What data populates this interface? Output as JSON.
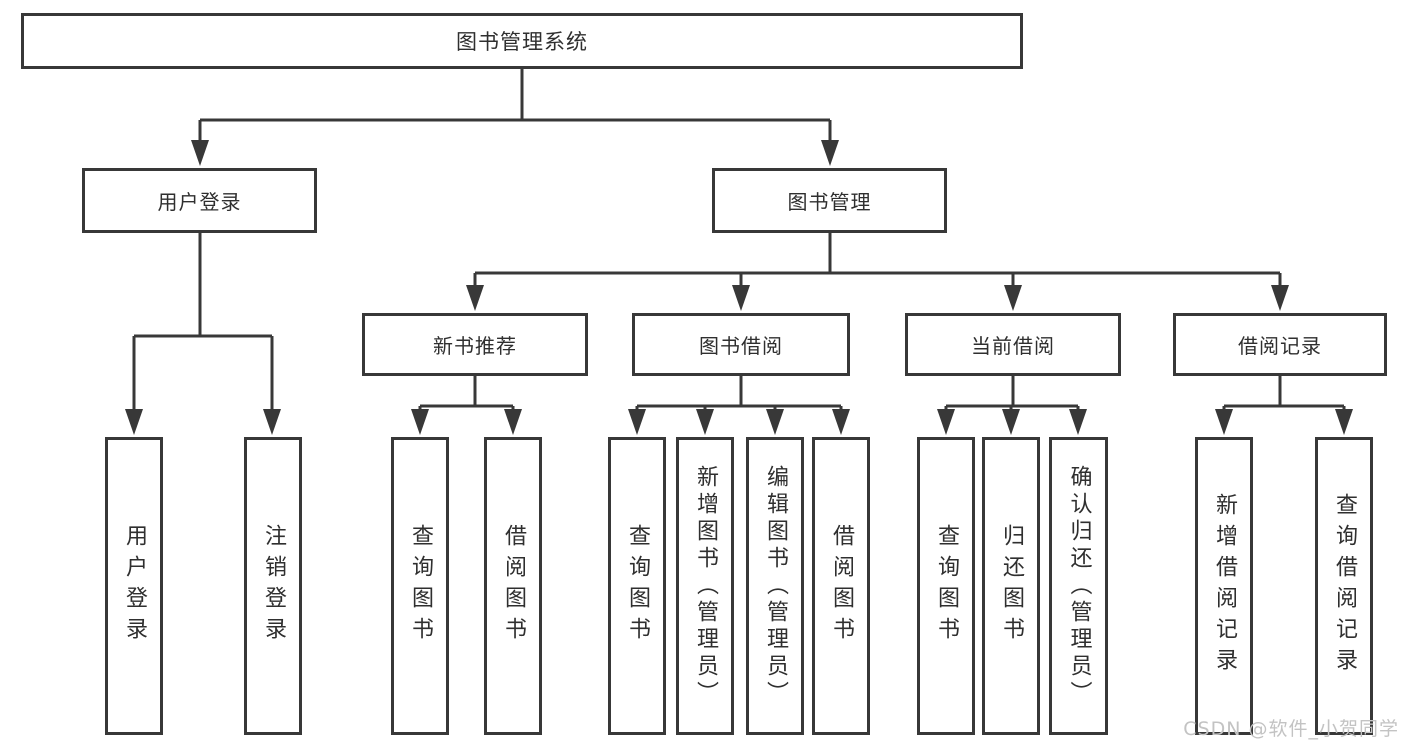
{
  "tree": {
    "label": "图书管理系统",
    "children": [
      {
        "label": "用户登录",
        "children": [
          {
            "label": "用户登录"
          },
          {
            "label": "注销登录"
          }
        ]
      },
      {
        "label": "图书管理",
        "children": [
          {
            "label": "新书推荐",
            "children": [
              {
                "label": "查询图书"
              },
              {
                "label": "借阅图书"
              }
            ]
          },
          {
            "label": "图书借阅",
            "children": [
              {
                "label": "查询图书"
              },
              {
                "label": "新增图书（管理员）"
              },
              {
                "label": "编辑图书（管理员）"
              },
              {
                "label": "借阅图书"
              }
            ]
          },
          {
            "label": "当前借阅",
            "children": [
              {
                "label": "查询图书"
              },
              {
                "label": "归还图书"
              },
              {
                "label": "确认归还（管理员）"
              }
            ]
          },
          {
            "label": "借阅记录",
            "children": [
              {
                "label": "新增借阅记录"
              },
              {
                "label": "查询借阅记录"
              }
            ]
          }
        ]
      }
    ]
  },
  "watermark": "CSDN @软件_小贺同学",
  "colors": {
    "line": "#383838",
    "text": "#2f2f2f",
    "watermark": "#c3c3c3",
    "background": "#ffffff"
  }
}
